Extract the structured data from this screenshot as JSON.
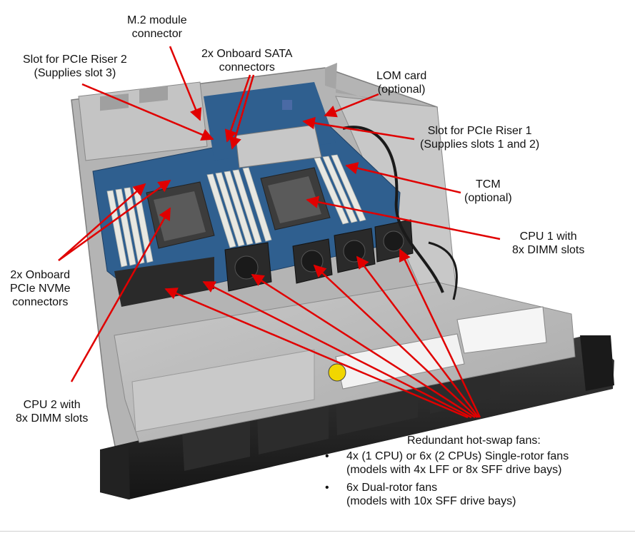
{
  "labels": {
    "m2": [
      "M.2 module",
      "connector"
    ],
    "sata": [
      "2x Onboard SATA",
      "connectors"
    ],
    "riser2": [
      "Slot for PCIe Riser 2",
      "(Supplies slot 3)"
    ],
    "lom": [
      "LOM card",
      "(optional)"
    ],
    "riser1": [
      "Slot for PCIe Riser 1",
      "(Supplies slots 1 and 2)"
    ],
    "tcm": [
      "TCM",
      "(optional)"
    ],
    "cpu1": [
      "CPU 1 with",
      "8x DIMM slots"
    ],
    "nvme": [
      "2x Onboard",
      "PCIe NVMe",
      "connectors"
    ],
    "cpu2": [
      "CPU 2 with",
      "8x DIMM slots"
    ]
  },
  "fans": {
    "title": "Redundant hot-swap fans:",
    "items": [
      {
        "line1": "4x (1 CPU) or 6x (2 CPUs) Single-rotor fans",
        "line2": "(models with 4x LFF or 8x SFF drive bays)"
      },
      {
        "line1": "6x Dual-rotor fans",
        "line2": "(models with 10x SFF drive bays)"
      }
    ]
  },
  "colors": {
    "arrow": "#e00000",
    "chassis": "#9a9a9a",
    "board": "#2f5f8f",
    "dimm": "#e8e8e2"
  }
}
